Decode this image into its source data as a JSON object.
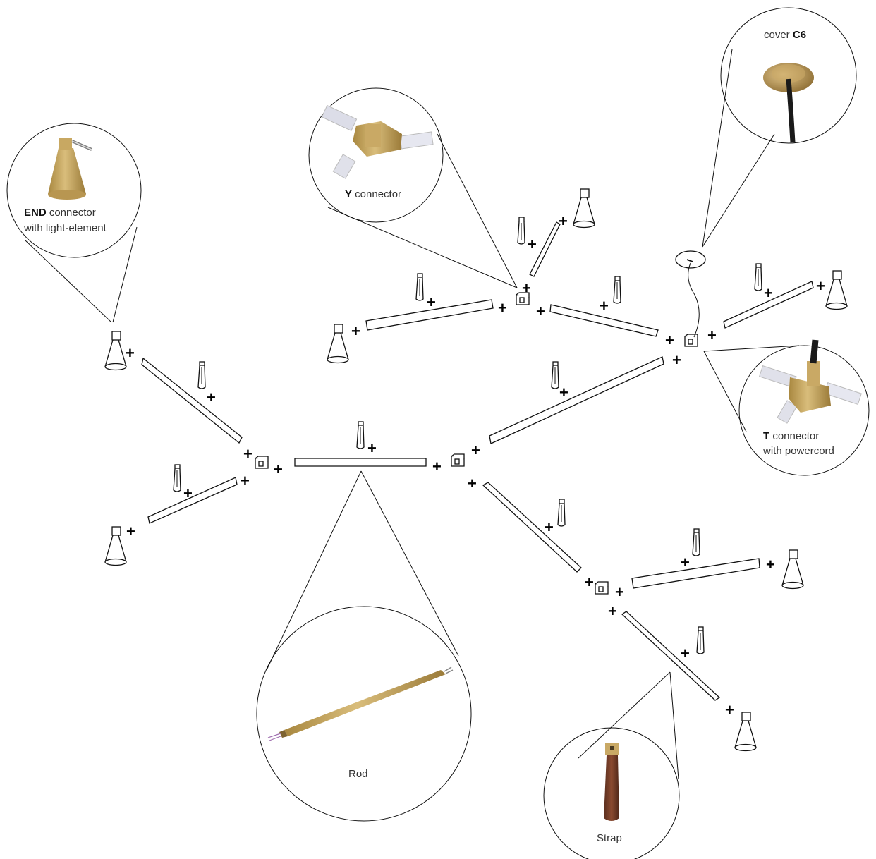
{
  "callouts": {
    "end_connector": {
      "bold": "END",
      "rest": " connector",
      "line2": "with light-element"
    },
    "y_connector": {
      "bold": "Y",
      "rest": " connector"
    },
    "cover": {
      "pre": "cover ",
      "bold": "C6"
    },
    "t_connector": {
      "bold": "T",
      "rest": " connector",
      "line2": "with powercord"
    },
    "rod": {
      "label": "Rod"
    },
    "strap": {
      "label": "Strap"
    }
  },
  "plus_symbol": "+",
  "colors": {
    "brass": "#c9a965",
    "brass_dark": "#8d7035",
    "strap_brown": "#6b3a28",
    "cable": "#1a1a1a",
    "line": "#111111"
  }
}
